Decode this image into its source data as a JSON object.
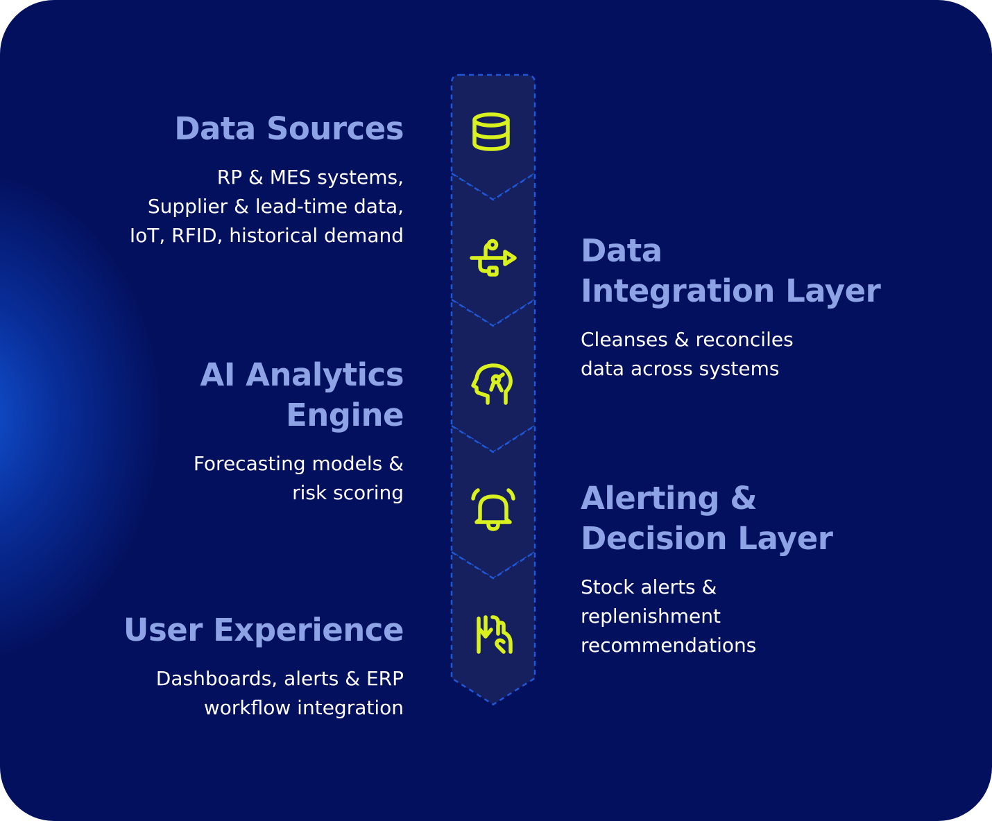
{
  "colors": {
    "background": "#03105e",
    "glow": "#1258dc",
    "column_fill": "#17205e",
    "dashed_border": "#1f57d6",
    "icon": "#d9f21f",
    "title": "#8ea3e6",
    "text": "#ffffff"
  },
  "stages": [
    {
      "icon": "database-icon",
      "side": "left",
      "title_lines": [
        "Data Sources"
      ],
      "desc_lines": [
        "RP & MES systems,",
        "Supplier & lead-time data,",
        "IoT, RFID, historical demand"
      ]
    },
    {
      "icon": "usb-icon",
      "side": "right",
      "title_lines": [
        "Data",
        "Integration Layer"
      ],
      "desc_lines": [
        "Cleanses & reconciles",
        "data across systems"
      ]
    },
    {
      "icon": "ai-head-icon",
      "side": "left",
      "title_lines": [
        "AI Analytics",
        "Engine"
      ],
      "desc_lines": [
        "Forecasting models &",
        "risk scoring"
      ]
    },
    {
      "icon": "alarm-bell-icon",
      "side": "right",
      "title_lines": [
        "Alerting &",
        "Decision Layer"
      ],
      "desc_lines": [
        "Stock alerts &",
        "replenishment",
        "recommendations"
      ]
    },
    {
      "icon": "touch-swipe-icon",
      "side": "left",
      "title_lines": [
        "User Experience"
      ],
      "desc_lines": [
        "Dashboards, alerts & ERP",
        "workflow integration"
      ]
    }
  ]
}
